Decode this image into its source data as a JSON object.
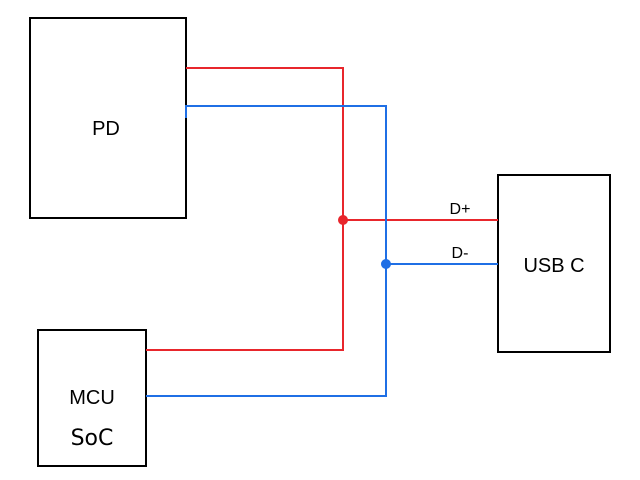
{
  "blocks": {
    "pd": "PD",
    "mcu": "MCU",
    "soc": "SoC",
    "usb": "USB C"
  },
  "signals": {
    "dplus": "D+",
    "dminus": "D-"
  },
  "colors": {
    "dplus_wire": "#e8262c",
    "dminus_wire": "#1f6fe5",
    "soc_text": "#e0141e",
    "block_border": "#000000"
  }
}
